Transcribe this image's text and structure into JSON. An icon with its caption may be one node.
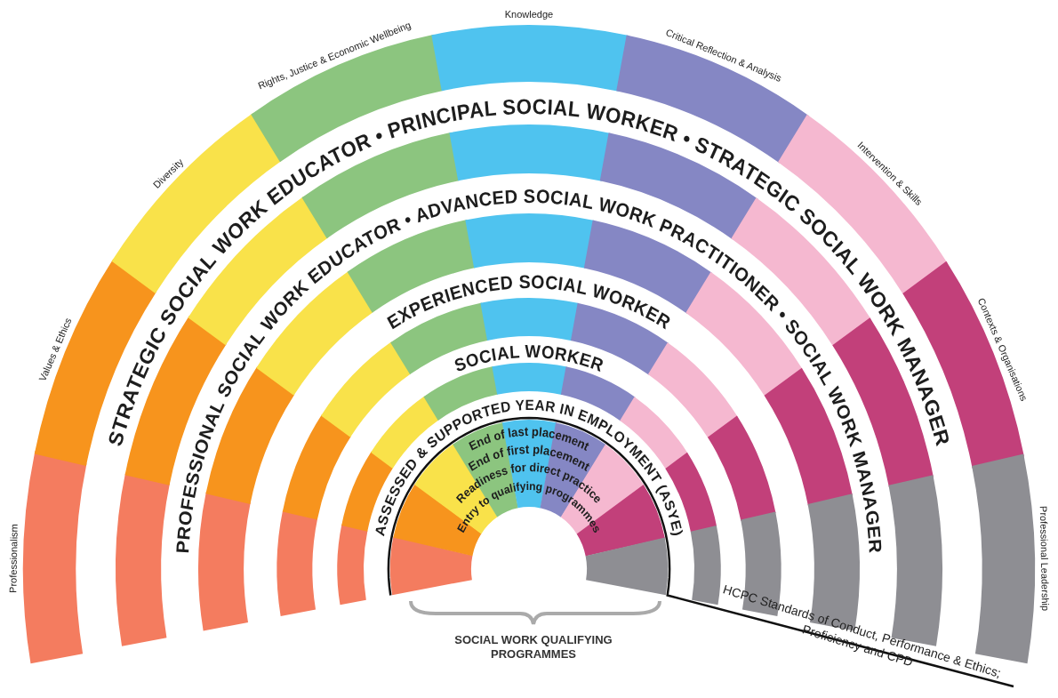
{
  "diagram": {
    "labels": [
      "Professionalism",
      "Values & Ethics",
      "Diversity",
      "Rights, Justice & Economic Wellbeing",
      "Knowledge",
      "Critical Reflection & Analysis",
      "Intervention & Skills",
      "Contexts & Organisations",
      "Professional Leadership",
      "STRATEGIC SOCIAL WORK EDUCATOR • PRINCIPAL SOCIAL WORKER • STRATEGIC SOCIAL WORK MANAGER",
      "PROFESSIONAL SOCIAL WORK EDUCATOR • ADVANCED SOCIAL WORK PRACTITIONER • SOCIAL WORK MANAGER",
      "EXPERIENCED SOCIAL WORKER",
      "SOCIAL WORKER",
      "ASSESSED & SUPPORTED YEAR IN EMPLOYMENT (ASYE)",
      "End of last placement",
      "End of first placement",
      "Readiness for direct practice",
      "Entry to qualifying programmes",
      "SOCIAL WORK QUALIFYING PROGRAMMES",
      "HCPC Standards of Conduct, Performance & Ethics; Proficiency and CPD"
    ]
  }
}
